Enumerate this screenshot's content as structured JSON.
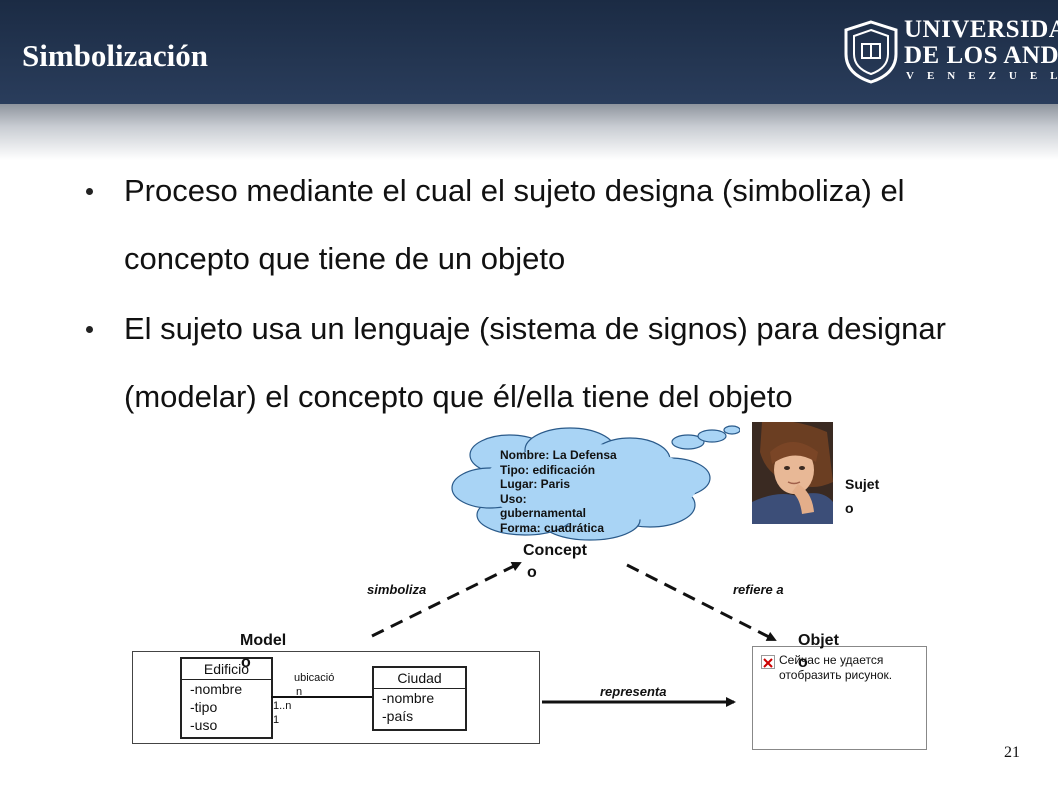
{
  "slide": {
    "title": "Simbolización",
    "page_number": "21"
  },
  "logo": {
    "line1": "UNIVERSIDAD",
    "line2": "DE LOS ANDES",
    "line3": "VENEZUELA"
  },
  "bullets": [
    {
      "text": "Proceso mediante el cual el sujeto designa (simboliza) el concepto que tiene de un objeto"
    },
    {
      "text": "El sujeto usa un lenguaje (sistema de signos) para designar (modelar) el concepto que él/ella tiene del objeto"
    }
  ],
  "concept_cloud": {
    "lines": [
      "Nombre: La Defensa",
      "Tipo:    edificación",
      "Lugar: Paris",
      "Uso:",
      "gubernamental",
      "Forma:  cuadrática"
    ]
  },
  "labels": {
    "sujeto_line1": "Sujet",
    "sujeto_line2": "o",
    "concepto_line1": "Concept",
    "concepto_line2": "o",
    "modelo_line1": "Model",
    "modelo_line2": "o",
    "objeto_line1": "Objet",
    "objeto_line2": "o"
  },
  "relations": {
    "simboliza": "simboliza",
    "refiere": "refiere a",
    "representa": "representa"
  },
  "uml": {
    "edificio": {
      "name": "Edificio",
      "attributes": [
        "-nombre",
        "-tipo",
        "-uso"
      ]
    },
    "ciudad": {
      "name": "Ciudad",
      "attributes": [
        "-nombre",
        "-país"
      ]
    },
    "association": {
      "name_line1": "ubicació",
      "name_line2": "n",
      "mult_left": "1..n",
      "mult_right": "1"
    }
  },
  "object_image": {
    "line1": "Сейчас не удается",
    "line2": "отобразить рисунок."
  },
  "colors": {
    "header": "#243652",
    "cloud_fill": "#a9d4f5",
    "broken_image_x": "#cc0000"
  }
}
